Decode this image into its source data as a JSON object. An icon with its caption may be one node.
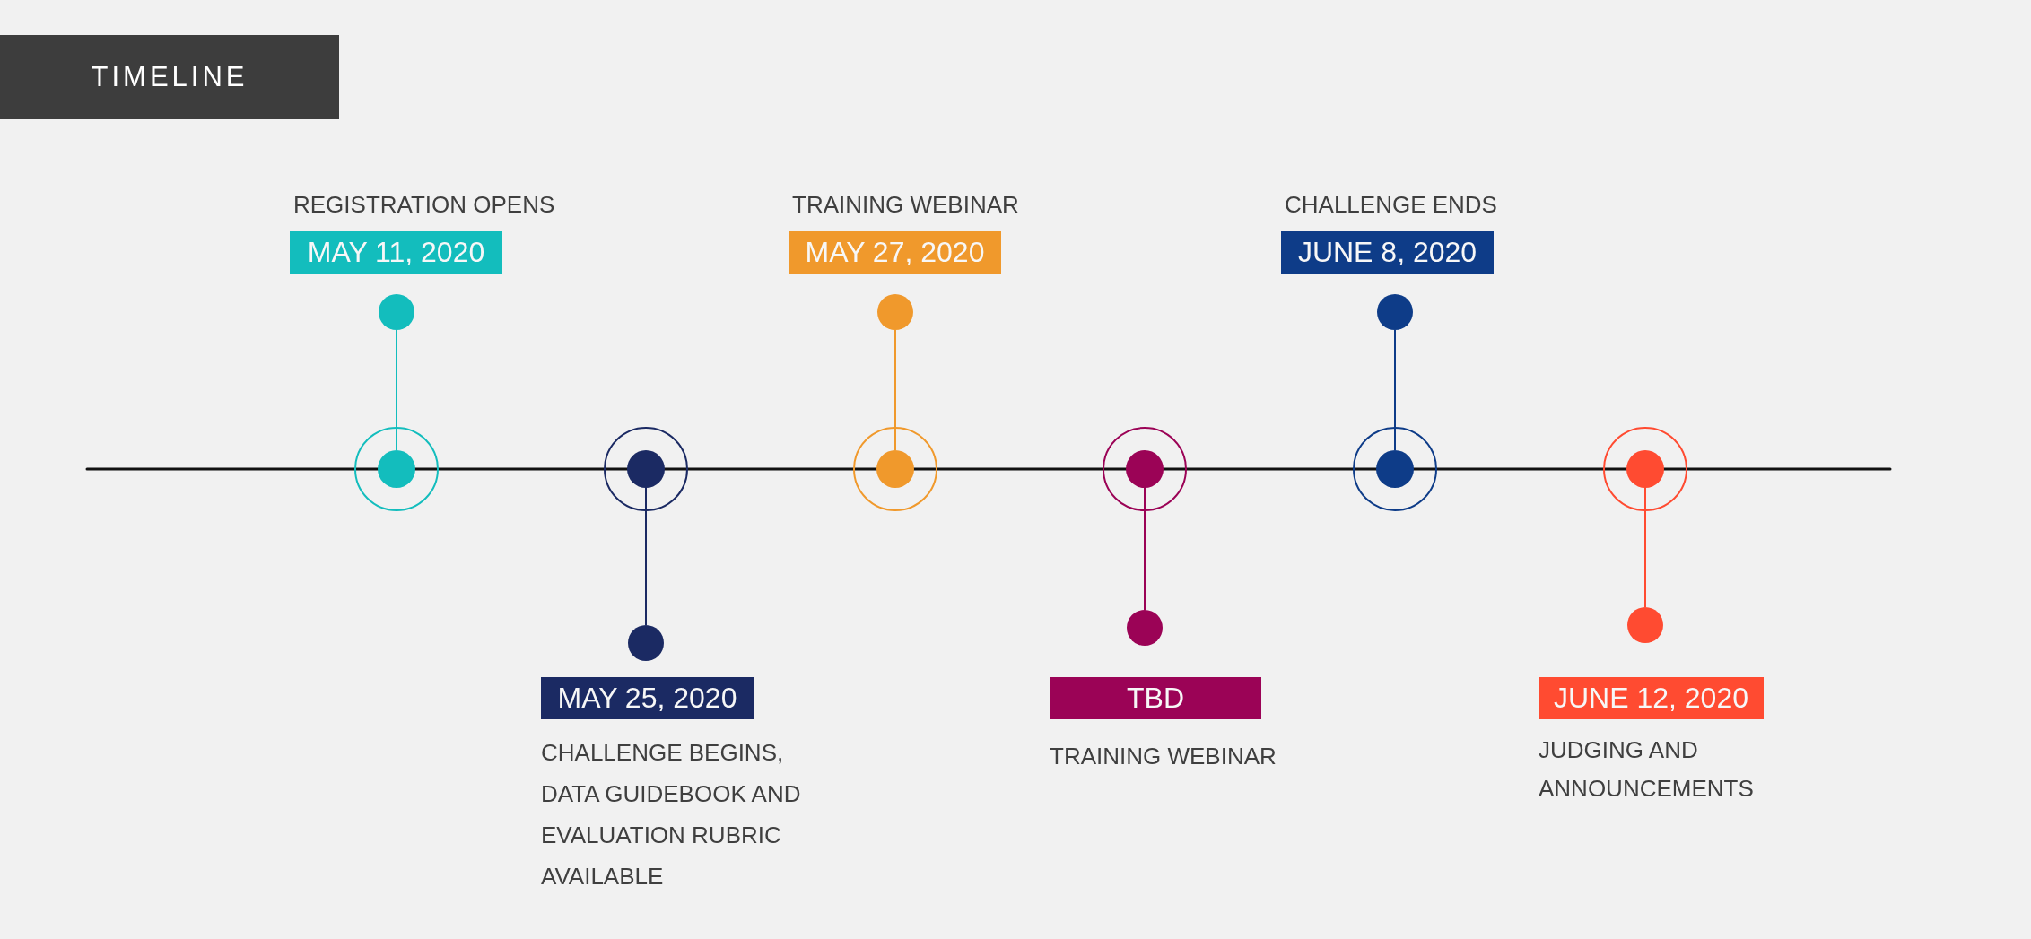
{
  "diagram": {
    "title": "TIMELINE",
    "nodes": [
      {
        "text": [
          "MAY 11, 2020"
        ],
        "beside": [
          "REGISTRATION OPENS"
        ]
      },
      {
        "text": [],
        "shape": "circle"
      },
      {
        "text": [],
        "shape": "circle"
      },
      {
        "text": [],
        "shape": "circle"
      },
      {
        "text": [],
        "shape": "circle"
      },
      {
        "text": [
          "MAY 25, 2020"
        ],
        "beside": [
          "CHALLENGE BEGINS, DATA GUIDEBOOK AND EVALUATION RUBRIC AVAILABLE"
        ]
      },
      {
        "text": [
          "MAY 27, 2020"
        ],
        "beside": [
          "TRAINING WEBINAR"
        ]
      },
      {
        "text": [],
        "shape": "circle"
      },
      {
        "text": [],
        "shape": "circle"
      },
      {
        "text": [],
        "shape": "circle"
      },
      {
        "text": [],
        "shape": "circle"
      },
      {
        "text": [
          "TBD"
        ],
        "beside": [
          "TRAINING WEBINAR"
        ]
      },
      {
        "text": [
          "JUNE 8, 2020"
        ],
        "beside": [
          "CHALLENGE ENDS"
        ]
      },
      {
        "text": [],
        "shape": "circle"
      },
      {
        "text": [],
        "shape": "circle"
      },
      {
        "text": [],
        "shape": "circle"
      },
      {
        "text": [],
        "shape": "circle"
      },
      {
        "text": [
          "JUNE 12, 2020"
        ],
        "beside": [
          "JUDGING AND ANNOUNCEMENTS"
        ]
      }
    ],
    "edges": [
      {
        "from": 2,
        "to": 1,
        "arrow": "none",
        "color": "#13bdbd"
      },
      {
        "from": 3,
        "to": 4,
        "arrow": "none",
        "color": "#1b2a63"
      },
      {
        "from": 8,
        "to": 7,
        "arrow": "none",
        "color": "#f0992c"
      },
      {
        "from": 9,
        "to": 10,
        "arrow": "none",
        "color": "#9b0356"
      },
      {
        "from": 14,
        "to": 13,
        "arrow": "none",
        "color": "#0e3c88"
      },
      {
        "from": 15,
        "to": 16,
        "arrow": "none",
        "color": "#ff4b31"
      }
    ]
  }
}
